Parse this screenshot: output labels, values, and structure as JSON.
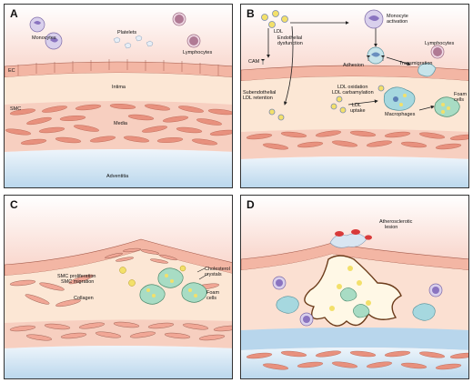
{
  "panels": [
    {
      "letter": "A",
      "labels": {
        "monocytes": "Monocytes",
        "platelets": "Platelets",
        "lymphocytes": "Lymphocytes",
        "ec": "EC",
        "intima": "Intima",
        "smc": "SMC",
        "media": "Media",
        "adventitia": "Adventitia"
      }
    },
    {
      "letter": "B",
      "labels": {
        "ldl": "LDL",
        "monocyte_activation_1": "Monocyte",
        "monocyte_activation_2": "activation",
        "endothelial_1": "Endothelial",
        "endothelial_2": "dysfunction",
        "cam": "CAM",
        "adhesion": "Adhesion",
        "transmigration": "Transmigration",
        "lymphocytes": "Lymphocytes",
        "subendothelial_1": "Subendothelial",
        "subendothelial_2": "LDL retention",
        "ldl_ox_1": "LDL oxidation",
        "ldl_ox_2": "LDL carbamylation",
        "ldl_uptake_1": "LDL",
        "ldl_uptake_2": "uptake",
        "macrophages": "Macrophages",
        "foam_cells_1": "Foam",
        "foam_cells_2": "cells"
      }
    },
    {
      "letter": "C",
      "labels": {
        "smc_prolif": "SMC proliferation",
        "smc_migr": "SMC migration",
        "collagen": "Collagen",
        "cholesterol_1": "Cholesterol",
        "cholesterol_2": "crystals",
        "foam_cells_1": "Foam",
        "foam_cells_2": "cells"
      }
    },
    {
      "letter": "D",
      "labels": {
        "lesion_1": "Atherosclerotic",
        "lesion_2": "lesion"
      }
    }
  ],
  "colors": {
    "lumen": "#fde8e2",
    "endothelium": "#f3b6a4",
    "intima": "#fce7d5",
    "media": "#f7cfc0",
    "smc": "#e8917e",
    "adventitia": "#cfe3f1",
    "monocyte": "#b9a8d6",
    "macrophage": "#a6d8df",
    "foam_cell": "#a8dcc4",
    "ldl": "#f3e06a",
    "platelet": "#d9e6f2",
    "thrombus": "#d83a3a",
    "core": "#fff8e6",
    "core_border": "#6b3b1a"
  },
  "icons": [
    "arrow-icon",
    "monocyte-icon",
    "platelet-icon",
    "lymphocyte-icon",
    "ldl-icon",
    "smc-icon",
    "foam-cell-icon",
    "macrophage-icon",
    "cholesterol-crystal-icon",
    "thrombus-icon"
  ]
}
